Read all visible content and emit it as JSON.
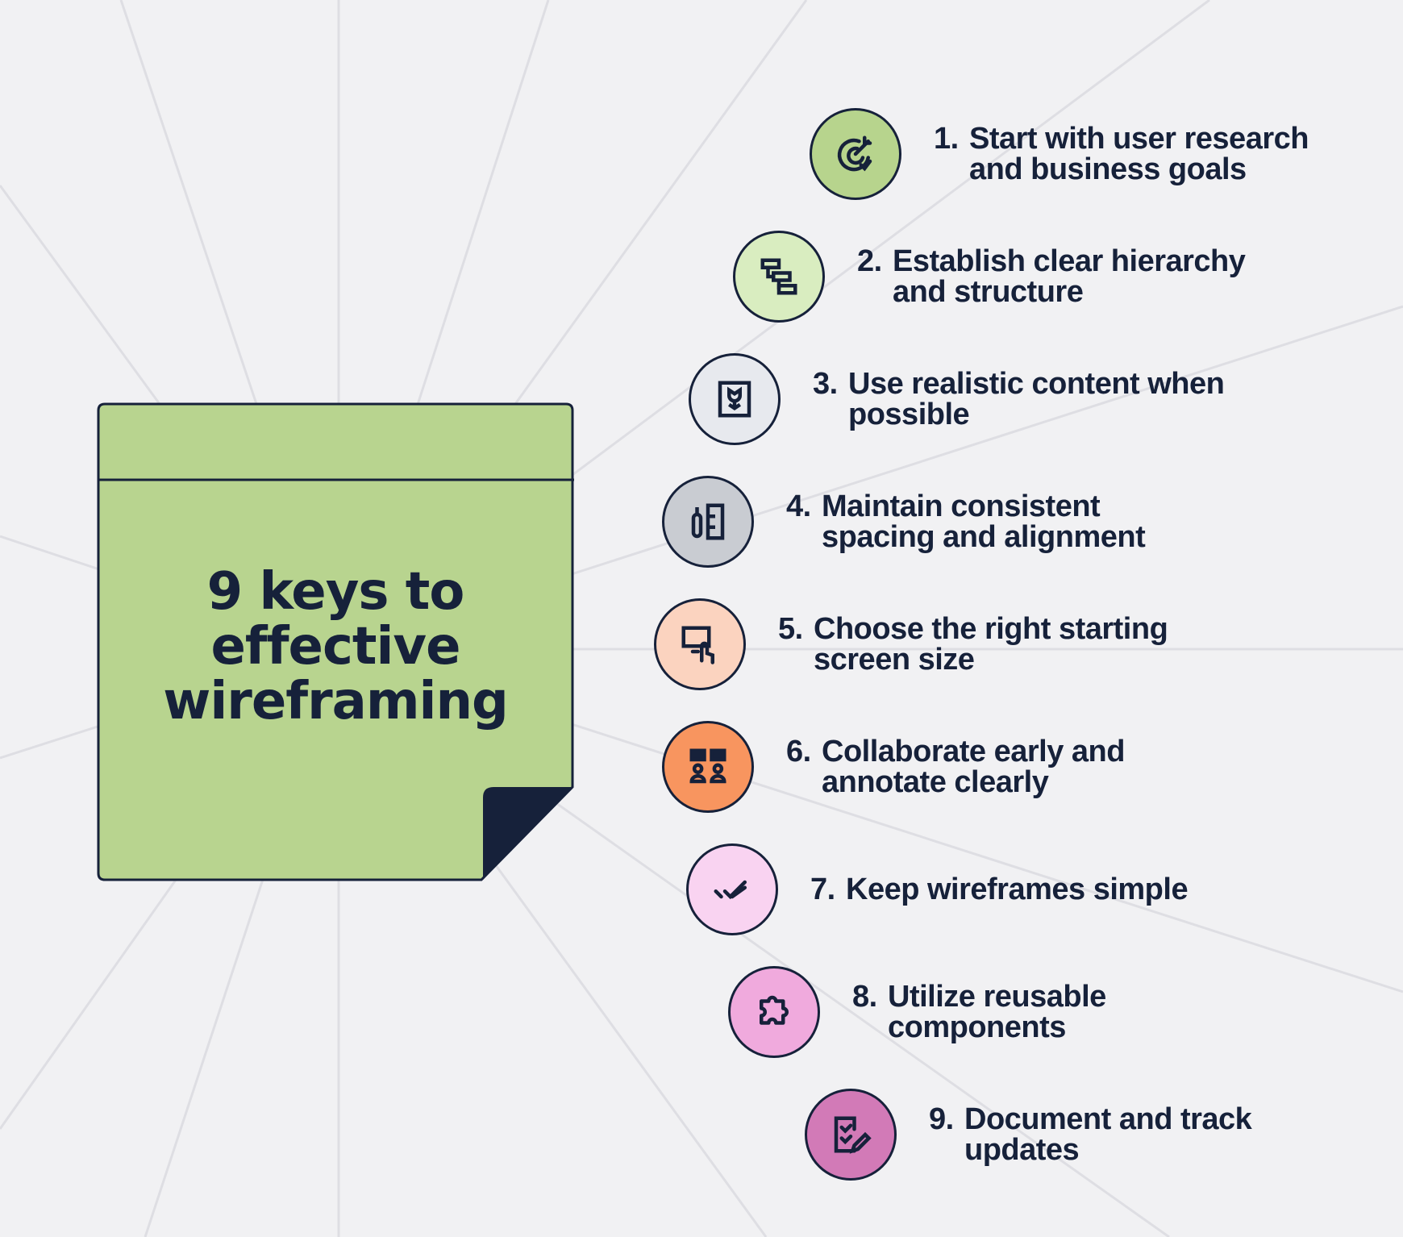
{
  "title": "9 keys to effective wireframing",
  "colors": {
    "ink": "#16213a",
    "background": "#f1f1f3",
    "note": "#b8d48f"
  },
  "items": [
    {
      "number": "1.",
      "text": "Start with user research and business goals",
      "icon": "target-goal-icon",
      "color": "#b7d48d"
    },
    {
      "number": "2.",
      "text": "Establish clear hierarchy and structure",
      "icon": "hierarchy-icon",
      "color": "#d9edc0"
    },
    {
      "number": "3.",
      "text": "Use realistic content when possible",
      "icon": "image-frame-icon",
      "color": "#e7e9ee"
    },
    {
      "number": "4.",
      "text": "Maintain consistent spacing and alignment",
      "icon": "alignment-icon",
      "color": "#c9ccd2"
    },
    {
      "number": "5.",
      "text": "Choose the right starting screen size",
      "icon": "touch-screen-icon",
      "color": "#fbd3bf"
    },
    {
      "number": "6.",
      "text": "Collaborate early and annotate clearly",
      "icon": "collaboration-icon",
      "color": "#f8955f"
    },
    {
      "number": "7.",
      "text": "Keep wireframes simple",
      "icon": "double-check-icon",
      "color": "#f9d3f1"
    },
    {
      "number": "8.",
      "text": "Utilize reusable components",
      "icon": "puzzle-icon",
      "color": "#f0aadd"
    },
    {
      "number": "9.",
      "text": "Document and track updates",
      "icon": "document-edit-icon",
      "color": "#d27ab7"
    }
  ]
}
